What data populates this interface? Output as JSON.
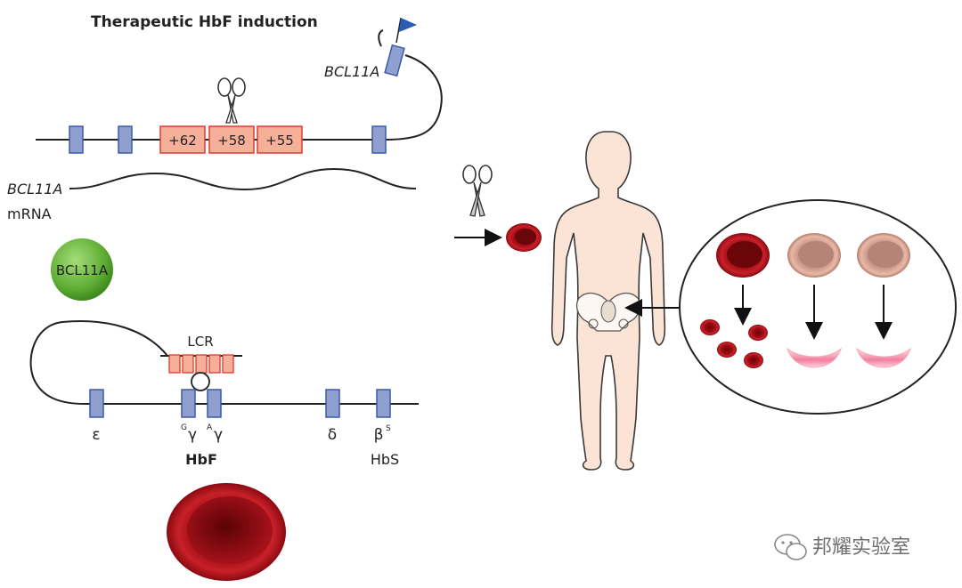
{
  "title": "Therapeutic HbF induction",
  "gene_label": "BCL11A",
  "mrna_label_line1": "BCL11A",
  "mrna_label_line2": "mRNA",
  "protein_label": "BCL11A",
  "enhancers": [
    "+62",
    "+58",
    "+55"
  ],
  "lcr_label": "LCR",
  "globin_genes": {
    "epsilon": "ε",
    "g_gamma_super": "G",
    "g_gamma": "γ",
    "a_gamma_super": "A",
    "a_gamma": "γ",
    "delta": "δ",
    "beta": "β",
    "beta_super": "S"
  },
  "hbf_label": "HbF",
  "hbs_label": "HbS",
  "watermark": "邦耀实验室",
  "colors": {
    "exon_fill": "#8f9fd0",
    "exon_stroke": "#3a5aa8",
    "enhancer_fill": "#f6b09a",
    "enhancer_stroke": "#e03a2e",
    "protein_green": "#6ab842",
    "rbc_red": "#b5121b",
    "body_fill": "#fbe3d5",
    "sickle_pink": "#f08aa5",
    "flag_blue": "#2a5bb5"
  }
}
